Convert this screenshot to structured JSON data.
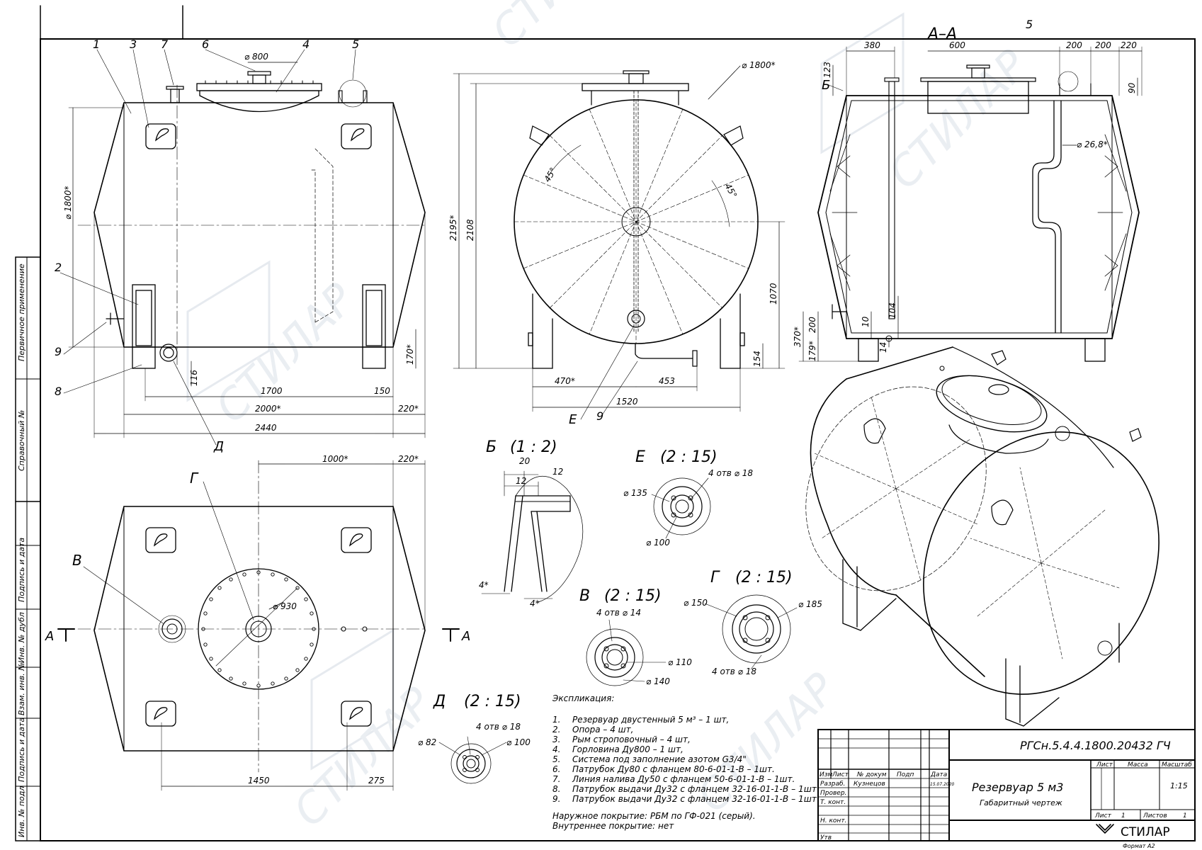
{
  "drawing": {
    "code": "РГСн.5.4.4.1800.20432 ГЧ",
    "title": "Резервуар 5 м3",
    "subtitle": "Габаритный чертеж",
    "company": "СТИЛАР",
    "format": "Формат А2",
    "scale": "1:15",
    "sheet_no": "1",
    "sheets_total": "1",
    "developer": "Кузнецов",
    "date": "15.07.2020",
    "watermark": "СТИЛАР"
  },
  "title_block": {
    "col_izm": "Изм",
    "col_list": "Лист",
    "col_doc": "№ докум",
    "col_sign": "Подп",
    "col_date": "Дата",
    "row_razrab": "Разраб.",
    "row_prover": "Провер.",
    "row_tkont": "Т. конт.",
    "row_nkont": "Н. конт.",
    "row_utv": "Утв",
    "hdr_list": "Лист",
    "hdr_massa": "Масса",
    "hdr_masshtab": "Масштаб",
    "lbl_list": "Лист",
    "lbl_listov": "Листов"
  },
  "side_stamps": [
    "Первичное применение",
    "Справочный №",
    "Подпись и дата",
    "Инв. № дубл",
    "Взам. инв. №",
    "Подпись и дата",
    "Инв. № подл"
  ],
  "legend": {
    "title": "Экспликация:",
    "items": [
      {
        "num": "1.",
        "text": "Резервуар двустенный 5 м³ – 1 шт,"
      },
      {
        "num": "2.",
        "text": "Опора – 4 шт,"
      },
      {
        "num": "3.",
        "text": "Рым строповочный – 4 шт,"
      },
      {
        "num": "4.",
        "text": "Горловина Ду800 – 1 шт,"
      },
      {
        "num": "5.",
        "text": "Система под заполнение азотом G3/4\""
      },
      {
        "num": "6.",
        "text": "Патрубок Ду80 с фланцем 80-6-01-1-В – 1шт."
      },
      {
        "num": "7.",
        "text": "Линия налива Ду50 с фланцем 50-6-01-1-В – 1шт."
      },
      {
        "num": "8.",
        "text": "Патрубок выдачи Ду32 с фланцем 32-16-01-1-В – 1шт"
      },
      {
        "num": "9.",
        "text": "Патрубок выдачи Ду32 с фланцем 32-16-01-1-В – 1шт"
      }
    ],
    "coating_outer": "Наружное покрытие: РБМ по ГФ-021 (серый).",
    "coating_inner": "Внутреннее покрытие: нет"
  },
  "views": {
    "front": {
      "callouts": [
        "1",
        "3",
        "7",
        "6",
        "4",
        "5",
        "2",
        "9",
        "8",
        "Д"
      ],
      "dims": [
        "⌀ 800",
        "⌀ 1800*",
        "170*",
        "116",
        "1700",
        "150",
        "2000*",
        "220*",
        "2440"
      ]
    },
    "side": {
      "callouts": [
        "E",
        "9"
      ],
      "dims": [
        "⌀ 1800*",
        "45°",
        "45°",
        "2195*",
        "2108",
        "1070",
        "154",
        "470*",
        "453",
        "1520"
      ]
    },
    "section": {
      "label": "А–А",
      "callouts": [
        "5",
        "Б"
      ],
      "dims": [
        "380",
        "600",
        "200",
        "200",
        "220",
        "123",
        "90",
        "⌀ 26,8*",
        "370*",
        "200",
        "179*",
        "10",
        "104",
        "14"
      ]
    },
    "top": {
      "callouts": [
        "Г",
        "В",
        "A",
        "A"
      ],
      "dims": [
        "1000*",
        "220*",
        "⌀ 930",
        "1450",
        "275"
      ]
    },
    "details": [
      {
        "label": "Б",
        "scale": "(1 : 2)",
        "dims": [
          "20",
          "12",
          "12",
          "4*",
          "4*"
        ]
      },
      {
        "label": "E",
        "scale": "(2 : 15)",
        "dims": [
          "4 отв ⌀ 18",
          "⌀ 135",
          "⌀ 100"
        ]
      },
      {
        "label": "В",
        "scale": "(2 : 15)",
        "dims": [
          "4 отв ⌀ 14",
          "⌀ 110",
          "⌀ 140"
        ]
      },
      {
        "label": "Г",
        "scale": "(2 : 15)",
        "dims": [
          "⌀ 150",
          "⌀ 185",
          "4 отв ⌀ 18"
        ]
      },
      {
        "label": "Д",
        "scale": "(2 : 15)",
        "dims": [
          "4 отв ⌀ 18",
          "⌀ 82",
          "⌀ 100"
        ]
      }
    ]
  }
}
